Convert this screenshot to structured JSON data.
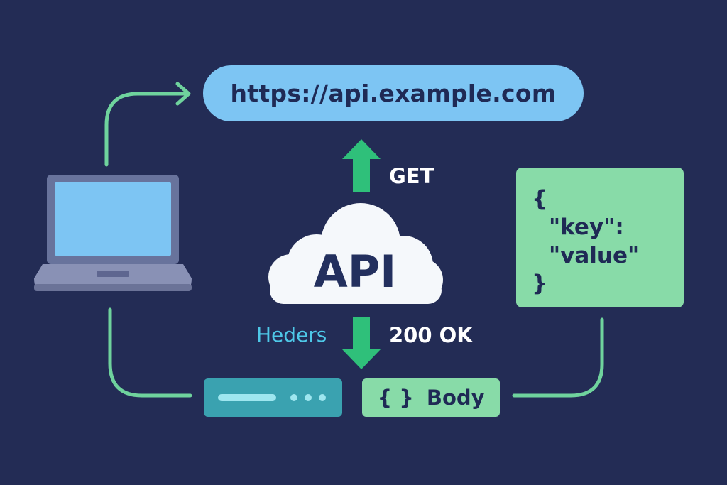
{
  "url": {
    "text": "https://api.example.com"
  },
  "cloud": {
    "label": "API"
  },
  "request": {
    "method": "GET"
  },
  "response": {
    "status": "200 OK",
    "headers_label": "Heders"
  },
  "json_box": {
    "line1": "{",
    "line2": "\"key\":",
    "line3": "\"value\"",
    "line4": "}"
  },
  "body_box": {
    "icon": "{ }",
    "label": "Body"
  },
  "colors": {
    "background": "#232c55",
    "url_pill": "#7dc5f3",
    "accent_green": "#2fc07a",
    "connector": "#6fd39d",
    "json_box": "#88dba8",
    "headers_bar": "#3aa2b0",
    "headers_text": "#4ec8e8"
  },
  "icons": [
    "laptop-icon",
    "cloud-icon",
    "up-arrow-icon",
    "down-arrow-icon"
  ]
}
